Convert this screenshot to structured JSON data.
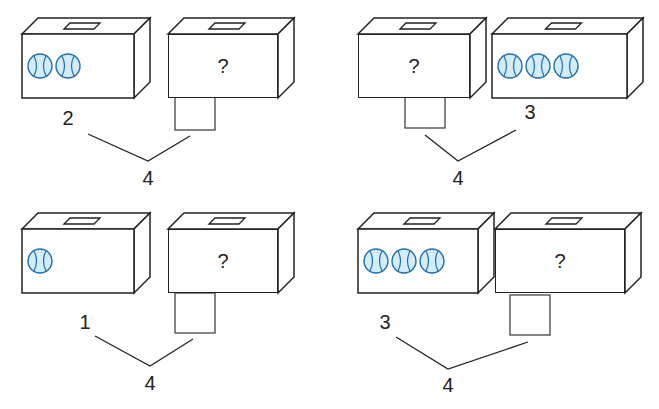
{
  "diagram": {
    "nodes": [
      {
        "text": [
          "?"
        ]
      },
      {
        "text": [
          "?"
        ]
      },
      {
        "text": [
          "?"
        ]
      },
      {
        "text": [
          "?"
        ]
      }
    ],
    "labels": [
      "2",
      "4",
      "3",
      "4",
      "1",
      "4",
      "3",
      "4"
    ]
  }
}
